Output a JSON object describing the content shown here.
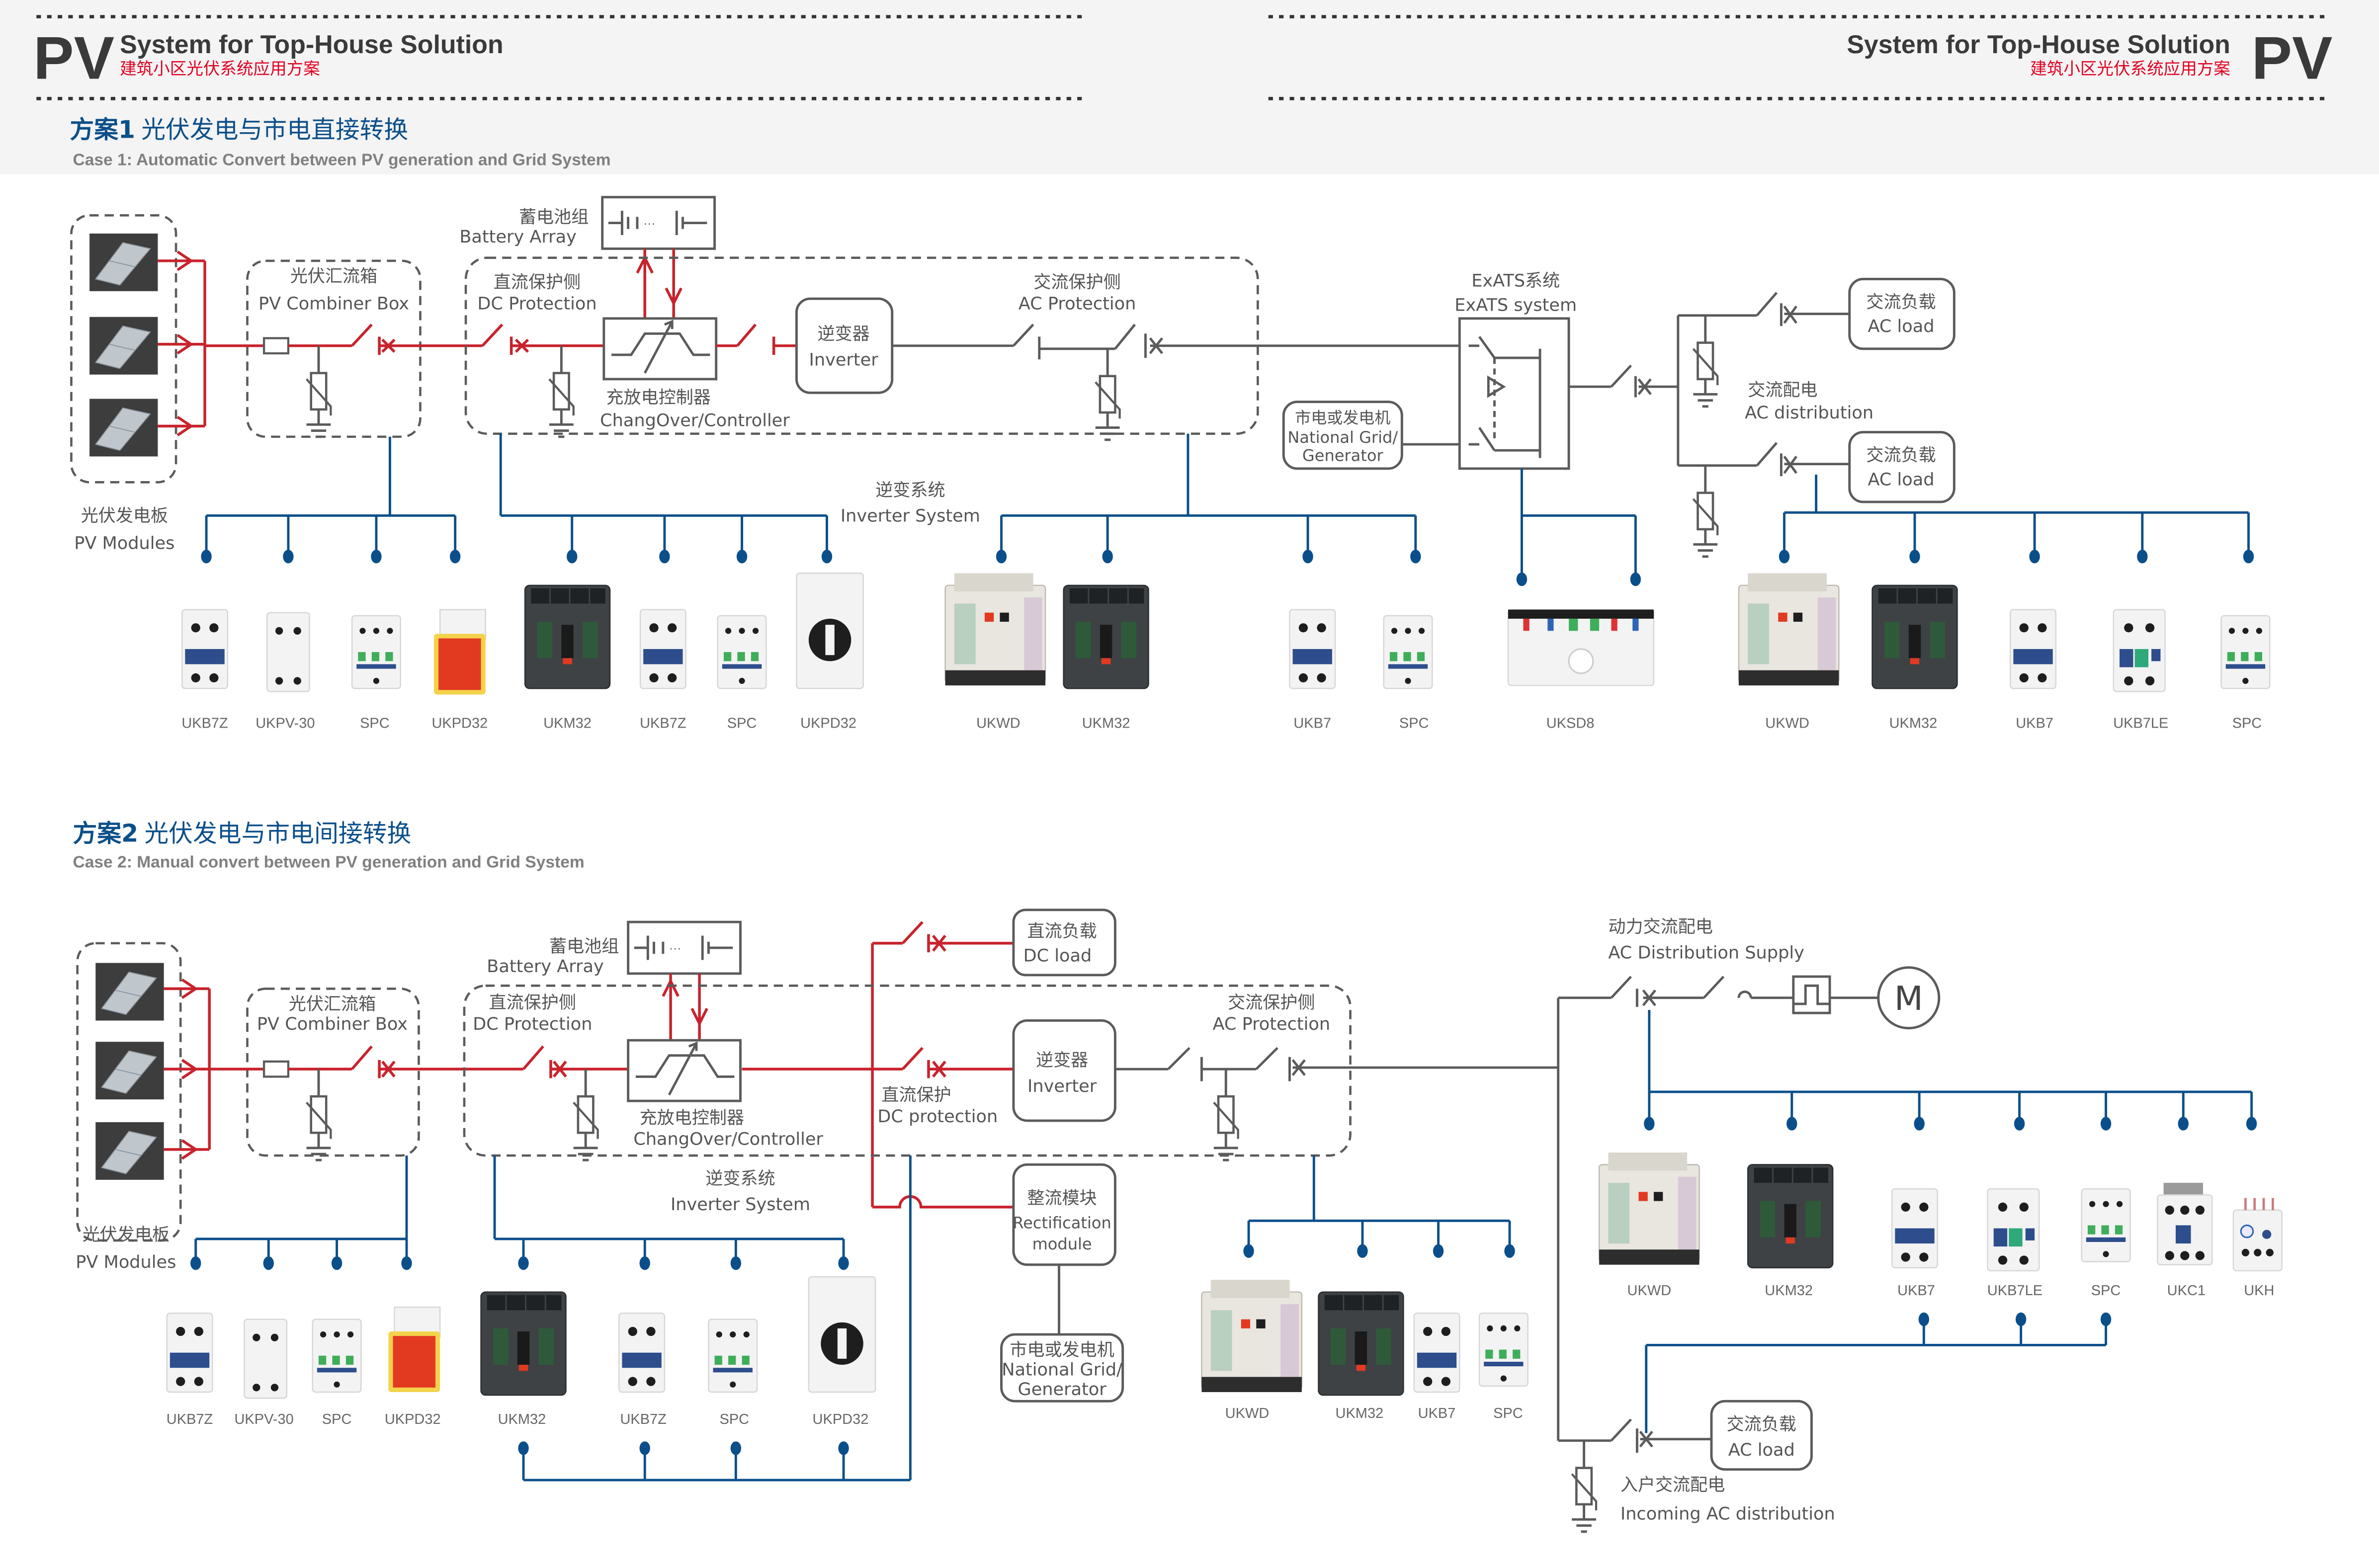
{
  "header": {
    "left": {
      "logo": "PV",
      "title": "System for Top-House Solution",
      "subtitle_cn": "建筑小区光伏系统应用方案"
    },
    "right": {
      "logo": "PV",
      "title": "System for Top-House Solution",
      "subtitle_cn": "建筑小区光伏系统应用方案"
    }
  },
  "colors": {
    "dc_line": "#c8232c",
    "ac_line": "#5b5b5b",
    "product_bus": "#0b4f8a",
    "subtitle": "#e00022",
    "case_title": "#0b4f8a"
  },
  "case1": {
    "title_prefix": "方案1",
    "title_cn": "光伏发电与市电直接转换",
    "title_en": "Case 1: Automatic Convert between PV generation and Grid System",
    "pv_modules": {
      "cn": "光伏发电板",
      "en": "PV Modules"
    },
    "combiner": {
      "cn": "光伏汇流箱",
      "en": "PV Combiner Box"
    },
    "battery": {
      "cn": "蓄电池组",
      "en": "Battery Array"
    },
    "dc_protection": {
      "cn": "直流保护侧",
      "en": "DC Protection"
    },
    "controller": {
      "cn": "充放电控制器",
      "en": "ChangOver/Controller"
    },
    "inverter": {
      "cn": "逆变器",
      "en": "Inverter"
    },
    "ac_protection": {
      "cn": "交流保护侧",
      "en": "AC Protection"
    },
    "inverter_system": {
      "cn": "逆变系统",
      "en": "Inverter System"
    },
    "ats": {
      "cn": "ExATS系统",
      "en": "ExATS system"
    },
    "grid": {
      "cn": "市电或发电机",
      "en1": "National Grid/",
      "en2": "Generator"
    },
    "ac_distribution": {
      "cn": "交流配电",
      "en": "AC distribution"
    },
    "ac_load_1": {
      "cn": "交流负载",
      "en": "AC load"
    },
    "ac_load_2": {
      "cn": "交流负载",
      "en": "AC load"
    },
    "products": [
      "UKB7Z",
      "UKPV-30",
      "SPC",
      "UKPD32",
      "UKM32",
      "UKB7Z",
      "SPC",
      "UKPD32",
      "UKWD",
      "UKM32",
      "UKB7",
      "SPC",
      "UKSD8",
      "UKWD",
      "UKM32",
      "UKB7",
      "UKB7LE",
      "SPC"
    ]
  },
  "case2": {
    "title_prefix": "方案2",
    "title_cn": "光伏发电与市电间接转换",
    "title_en": "Case 2: Manual convert between PV generation and Grid System",
    "pv_modules": {
      "cn": "光伏发电板",
      "en": "PV Modules"
    },
    "combiner": {
      "cn": "光伏汇流箱",
      "en": "PV Combiner Box"
    },
    "battery": {
      "cn": "蓄电池组",
      "en": "Battery Array"
    },
    "dc_protection": {
      "cn": "直流保护侧",
      "en": "DC Protection"
    },
    "controller": {
      "cn": "充放电控制器",
      "en": "ChangOver/Controller"
    },
    "inverter_system": {
      "cn": "逆变系统",
      "en": "Inverter System"
    },
    "dc_load": {
      "cn": "直流负载",
      "en": "DC load"
    },
    "dc_prot2": {
      "cn": "直流保护",
      "en": "DC protection"
    },
    "inverter": {
      "cn": "逆变器",
      "en": "Inverter"
    },
    "ac_protection": {
      "cn": "交流保护侧",
      "en": "AC Protection"
    },
    "rectifier": {
      "cn": "整流模块",
      "en1": "Rectification",
      "en2": "module"
    },
    "grid": {
      "cn": "市电或发电机",
      "en1": "National Grid/",
      "en2": "Generator"
    },
    "ac_supply": {
      "cn": "动力交流配电",
      "en": "AC Distribution Supply"
    },
    "motor": "M",
    "ac_load": {
      "cn": "交流负载",
      "en": "AC load"
    },
    "incoming": {
      "cn": "入户交流配电",
      "en": "Incoming AC distribution"
    },
    "products": [
      "UKB7Z",
      "UKPV-30",
      "SPC",
      "UKPD32",
      "UKM32",
      "UKB7Z",
      "SPC",
      "UKPD32",
      "UKWD",
      "UKM32",
      "UKB7",
      "SPC",
      "UKWD",
      "UKM32",
      "UKB7",
      "UKB7LE",
      "SPC",
      "UKC1",
      "UKH"
    ]
  }
}
